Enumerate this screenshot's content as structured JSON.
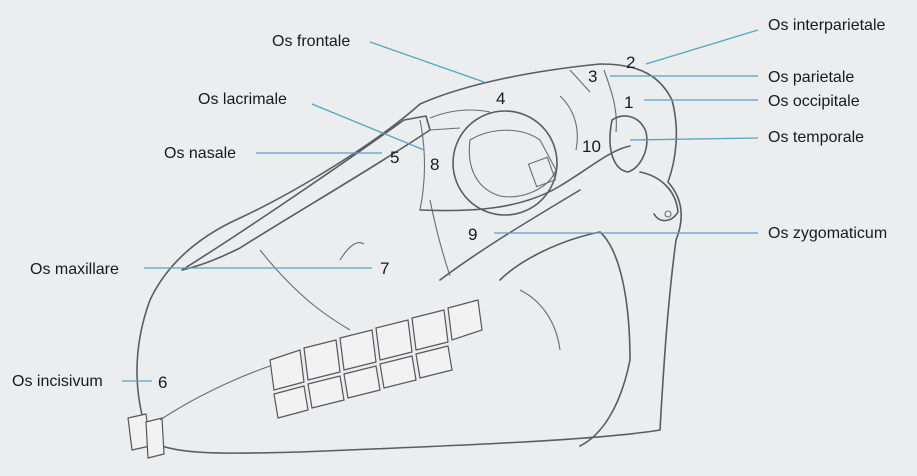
{
  "diagram": {
    "background": "#ebedef",
    "leader_color": "#4fa7c4",
    "labels": [
      {
        "id": "frontale",
        "name": "Os frontale",
        "number": "4"
      },
      {
        "id": "interparietale",
        "name": "Os interparietale",
        "number": "2"
      },
      {
        "id": "parietale",
        "name": "Os parietale",
        "number": "3"
      },
      {
        "id": "lacrimale",
        "name": "Os lacrimale",
        "number": "8"
      },
      {
        "id": "occipitale",
        "name": "Os occipitale",
        "number": "1"
      },
      {
        "id": "nasale",
        "name": "Os nasale",
        "number": "5"
      },
      {
        "id": "temporale",
        "name": "Os temporale",
        "number": "10"
      },
      {
        "id": "zygomaticum",
        "name": "Os zygomaticum",
        "number": "9"
      },
      {
        "id": "maxillare",
        "name": "Os maxillare",
        "number": "7"
      },
      {
        "id": "incisivum",
        "name": "Os incisivum",
        "number": "6"
      }
    ]
  }
}
